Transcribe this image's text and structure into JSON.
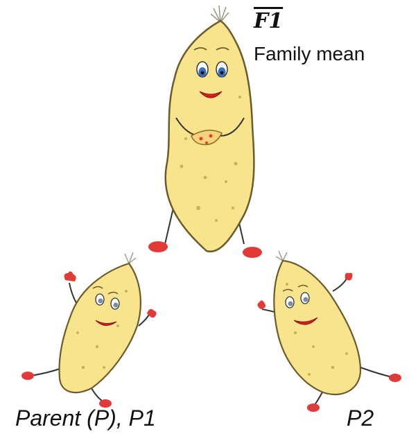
{
  "labels": {
    "f1_symbol": "F1",
    "f1_caption": "Family mean",
    "p1_caption": "Parent (P), P1",
    "p2_caption": "P2"
  },
  "colors": {
    "body_fill": "#f7e48c",
    "body_stroke": "#6b5a2a",
    "spot": "#c9b15a",
    "foot": "#e23a36",
    "eye": "#3a6fc0",
    "mouth": "#d42020",
    "sprout": "#9a9a8a"
  }
}
